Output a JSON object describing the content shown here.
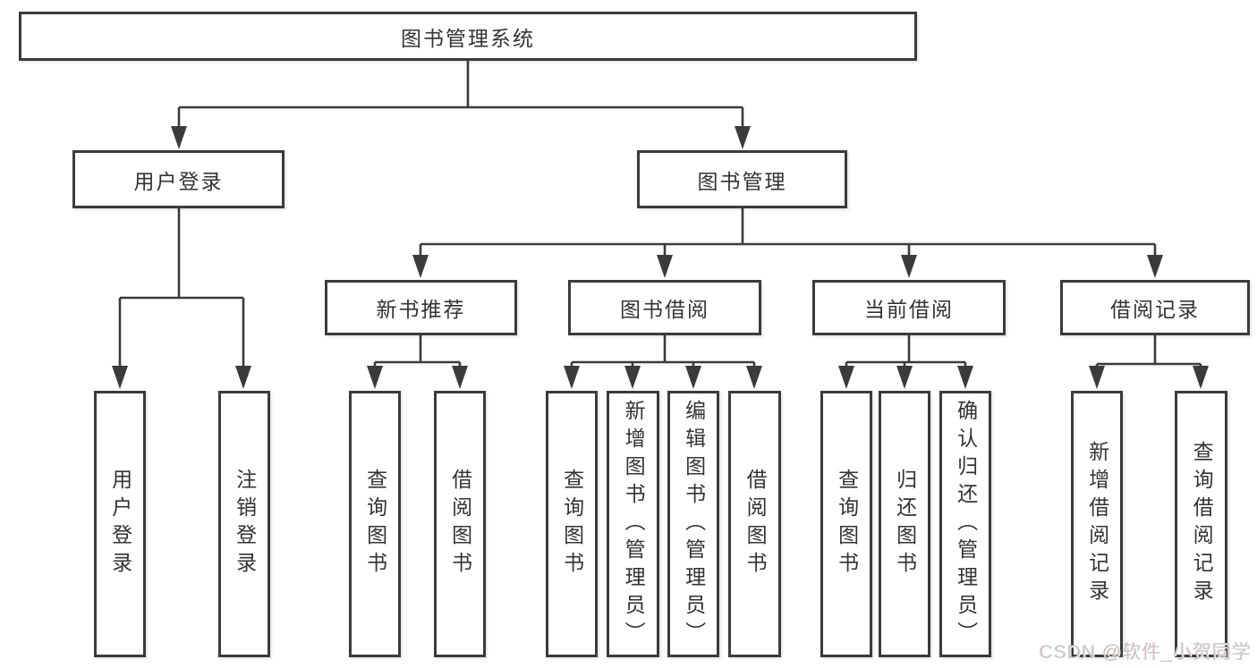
{
  "watermark": "CSDN @软件_小贺同学",
  "colors": {
    "line": "#3b3b3b",
    "border": "#3b3b3b",
    "text": "#333333",
    "background": "#ffffff",
    "watermark": "#c6c6c6"
  },
  "tree": {
    "root": {
      "label": "图书管理系统",
      "children": [
        {
          "label": "用户登录",
          "children": [
            {
              "label": "用户登录"
            },
            {
              "label": "注销登录"
            }
          ]
        },
        {
          "label": "图书管理",
          "children": [
            {
              "label": "新书推荐",
              "children": [
                {
                  "label": "查询图书"
                },
                {
                  "label": "借阅图书"
                }
              ]
            },
            {
              "label": "图书借阅",
              "children": [
                {
                  "label": "查询图书"
                },
                {
                  "label": "新增图书（管理员）"
                },
                {
                  "label": "编辑图书（管理员）"
                },
                {
                  "label": "借阅图书"
                }
              ]
            },
            {
              "label": "当前借阅",
              "children": [
                {
                  "label": "查询图书"
                },
                {
                  "label": "归还图书"
                },
                {
                  "label": "确认归还（管理员）"
                }
              ]
            },
            {
              "label": "借阅记录",
              "children": [
                {
                  "label": "新增借阅记录"
                },
                {
                  "label": "查询借阅记录"
                }
              ]
            }
          ]
        }
      ]
    }
  }
}
